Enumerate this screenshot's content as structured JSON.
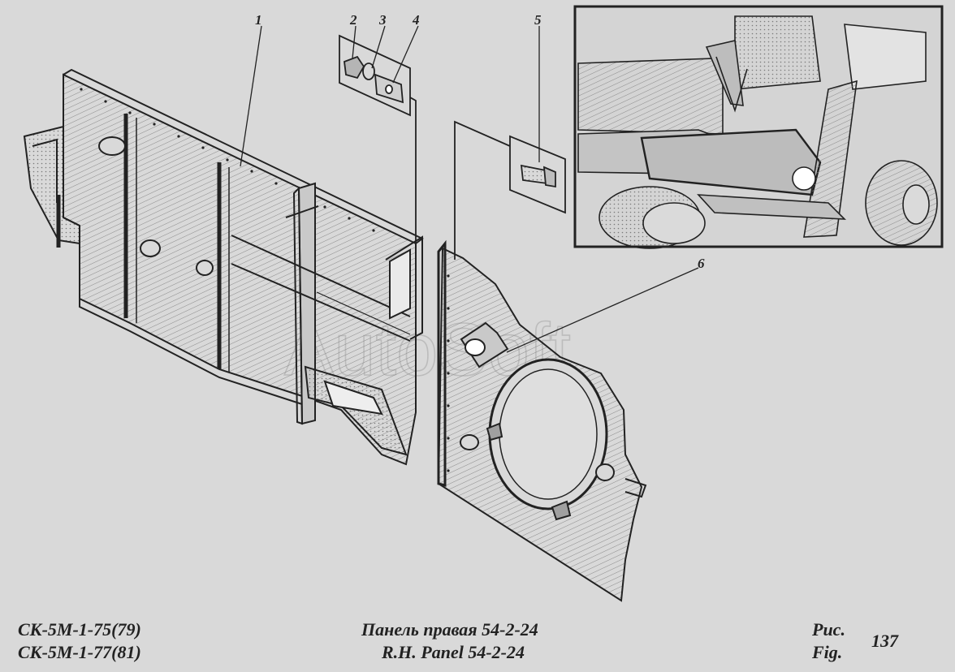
{
  "callouts": [
    "1",
    "2",
    "3",
    "4",
    "5",
    "6"
  ],
  "watermark": "AutoSoft",
  "footer": {
    "model_line1": "СК-5М-1-75(79)",
    "model_line2": "СК-5М-1-77(81)",
    "title_ru": "Панель правая 54-2-24",
    "title_en": "R.H. Panel 54-2-24",
    "fig_ru": "Рис.",
    "fig_en": "Fig.",
    "fig_number": "137"
  },
  "colors": {
    "background": "#d9d9d9",
    "line": "#222222",
    "hatch": "#6d6d6d",
    "panel_fill": "#c9c9c9"
  }
}
